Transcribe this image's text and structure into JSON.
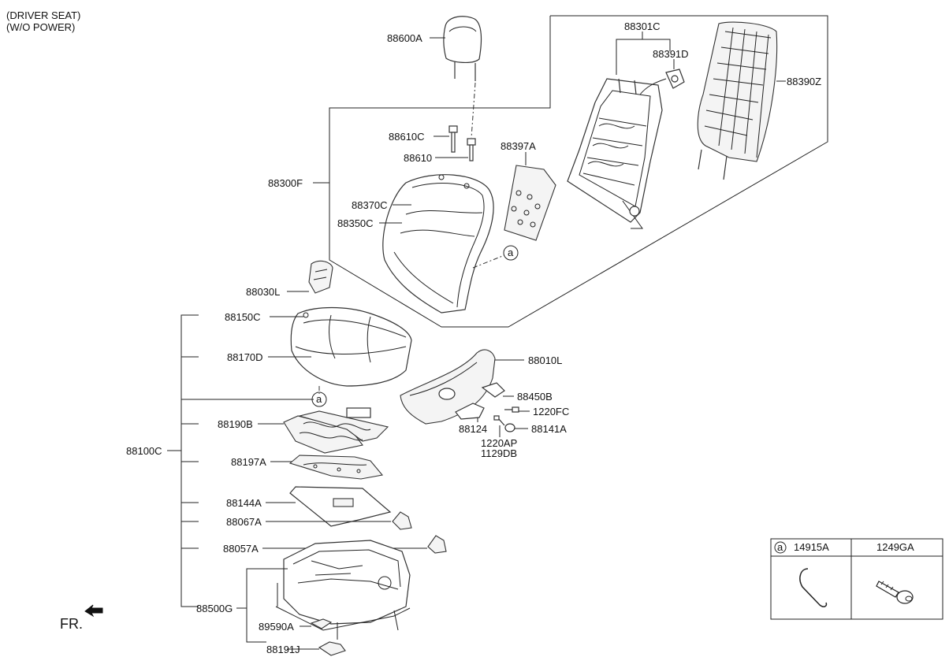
{
  "header": {
    "line1": "(DRIVER SEAT)",
    "line2": "(W/O POWER)"
  },
  "direction_label": "FR.",
  "callout_marker": "a",
  "parts": {
    "p88600A": "88600A",
    "p88301C": "88301C",
    "p88391D": "88391D",
    "p88390Z": "88390Z",
    "p88610C": "88610C",
    "p88610": "88610",
    "p88397A": "88397A",
    "p88300F": "88300F",
    "p88370C": "88370C",
    "p88350C": "88350C",
    "p88030L": "88030L",
    "p88150C": "88150C",
    "p88170D": "88170D",
    "p88010L": "88010L",
    "p88450B": "88450B",
    "p1220FC": "1220FC",
    "p88124": "88124",
    "p88141A": "88141A",
    "p1220AP": "1220AP",
    "p1129DB": "1129DB",
    "p88190B": "88190B",
    "p88100C": "88100C",
    "p88197A": "88197A",
    "p88144A": "88144A",
    "p88067A": "88067A",
    "p88057A": "88057A",
    "p88500G": "88500G",
    "p89590A": "89590A",
    "p88191J": "88191J"
  },
  "legend": {
    "marker": "a",
    "col1": "14915A",
    "col2": "1249GA"
  }
}
